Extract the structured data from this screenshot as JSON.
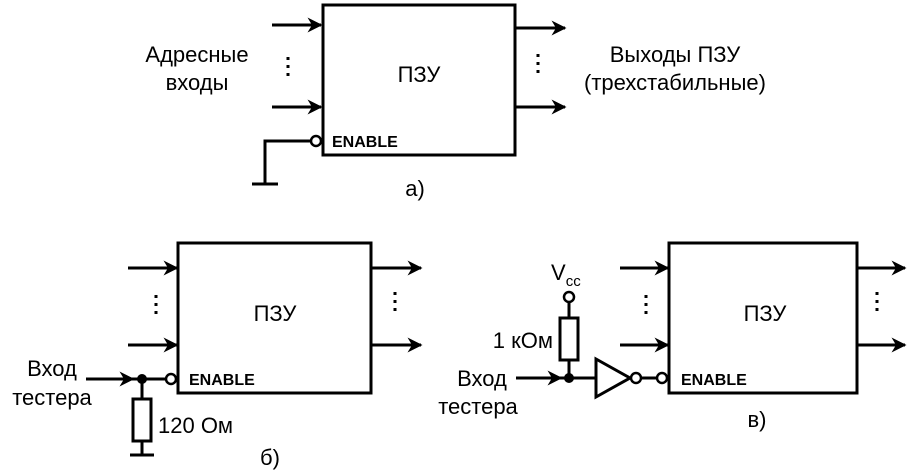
{
  "diagram_a": {
    "block_label": "ПЗУ",
    "enable_label": "ENABLE",
    "inputs_label_line1": "Адресные",
    "inputs_label_line2": "входы",
    "outputs_label_line1": "Выходы ПЗУ",
    "outputs_label_line2": "(трехстабильные)",
    "caption": "а)"
  },
  "diagram_b": {
    "block_label": "ПЗУ",
    "enable_label": "ENABLE",
    "tester_label_line1": "Вход",
    "tester_label_line2": "тестера",
    "resistor_label": "120 Ом",
    "caption": "б)"
  },
  "diagram_c": {
    "block_label": "ПЗУ",
    "enable_label": "ENABLE",
    "supply_label": "V",
    "supply_subscript": "cc",
    "resistor_label": "1 кОм",
    "tester_label_line1": "Вход",
    "tester_label_line2": "тестера",
    "caption": "в)"
  },
  "colors": {
    "stroke": "#000000",
    "background": "#ffffff"
  }
}
